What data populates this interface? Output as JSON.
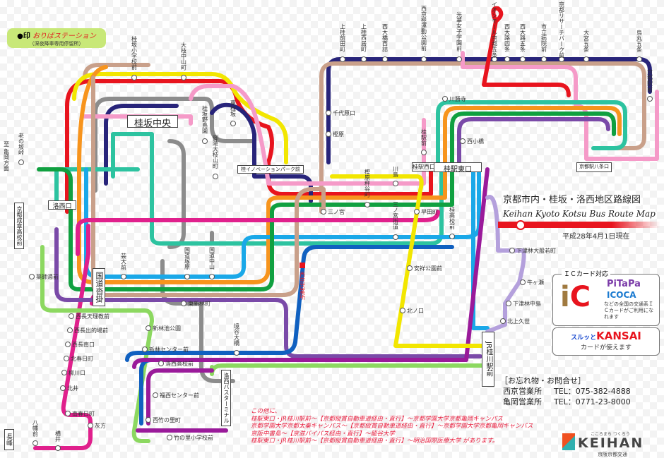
{
  "title": "京都市内・桂坂・洛西地区路線図",
  "subtitle": "Keihan Kyoto Kotsu Bus Route Map",
  "date": "平成28年4月1日現在",
  "legend": {
    "mark": "●印",
    "label": "おりばステーション",
    "note": "（深夜降車専用停留所）"
  },
  "hubs": {
    "katsurazaka": "桂坂中央",
    "katsura_east": "桂駅東口",
    "katsura_west": "桂駅西口",
    "rakusaiguchi": "洛西口",
    "kutsukake": "国道沓掛",
    "jr_katsuragawa": "JR桂川駅前",
    "nagamine": "長峰",
    "kyoto_hachijo": "京都駅八条口",
    "seisho": "京都成章高校前",
    "innovation": "桂イノベーションパーク前",
    "bus_terminal": "洛西バスターミナル"
  },
  "to_kameoka": "至 亀岡方面",
  "office_mark": "西京営業所",
  "ic": {
    "caption": "ＩＣカード対応",
    "mark_i": "i",
    "mark_c": "C",
    "pitapa": "PiTaPa",
    "icoca": "ICOCA",
    "note": "などの全国の交通系ＩＣカードがご利用になれます"
  },
  "kansai": {
    "prefix": "スルッと",
    "name": "KANSAI",
    "note": "カードが使えます"
  },
  "contact": {
    "heading": "［お忘れ物・お問合せ］",
    "offices": [
      {
        "name": "西京営業所",
        "tel": "TEL：075-382-4888"
      },
      {
        "name": "亀岡営業所",
        "tel": "TEL：0771-23-8000"
      }
    ]
  },
  "notes": [
    "この他に、",
    "桂駅東口・JR桂川駅前～【京都縦貫自動車道経由・直行】～京都学園大学京都亀岡キャンパス",
    "京都学園大学京都太秦キャンパス～【京都縦貫自動車道経由・直行】～京都学園大学京都亀岡キャンパス",
    "京阪中書島～【京滋バイパス経由・直行】～龍谷大学",
    "桂駅東口・JR桂川駅前～【京都縦貫自動車道経由・直行】～明治国際医療大学 があります。"
  ],
  "logo": {
    "tagline": "こころまち つくろう",
    "name": "KEIHAN",
    "sub": "京阪京都交通"
  },
  "stations": [
    "上桂前田町",
    "上桂西居町",
    "西大橋西詰",
    "西京極運動公園前",
    "光華女子学園前",
    "イオンモール京都五条",
    "西大路四条",
    "西大路五条",
    "市立病院前",
    "京都リサーチパーク前",
    "大宮五条",
    "烏丸五条",
    "京都駅前",
    "千代原口",
    "樫原",
    "三ノ宮",
    "三ノ宮街道",
    "牛ヶ瀬",
    "下津林中島",
    "北上久世",
    "下津林大般若町",
    "早田町",
    "安祥公園前",
    "北ノ口",
    "新林池公園",
    "新林センター前",
    "洛西高校前",
    "福西センター前",
    "西竹の里町",
    "竹の里小学校前",
    "東新林町",
    "境谷大橋",
    "西長天理教前",
    "西長出的場前",
    "西長南口",
    "北春日町",
    "柳川口",
    "北井",
    "南春日町",
    "八幡前",
    "横井",
    "灰方",
    "芸大前",
    "国道中山",
    "国道塚原",
    "薬師湯前",
    "老の坂峠",
    "桂坂小学校前",
    "大枝中山町",
    "桂坂野鳥園",
    "東桂坂",
    "御陵大枝山町",
    "桂駅前",
    "川島",
    "樫原秤谷町",
    "桂高校前",
    "川勝寺",
    "西小橋"
  ],
  "colors": {
    "red": "#e8141e",
    "yellow": "#f2e600",
    "pink": "#f59ac8",
    "navy": "#28247a",
    "gray": "#8c8c8c",
    "teal": "#2dc3a0",
    "green": "#10a040",
    "orange": "#f7941d",
    "sky": "#1aa8e8",
    "tan": "#c9a08a",
    "purple": "#7a4aa8",
    "magenta": "#e0208c",
    "lightgreen": "#8cd860",
    "blue": "#1060c0",
    "violet": "#9a1a9a",
    "lavender": "#b4a0dc"
  }
}
